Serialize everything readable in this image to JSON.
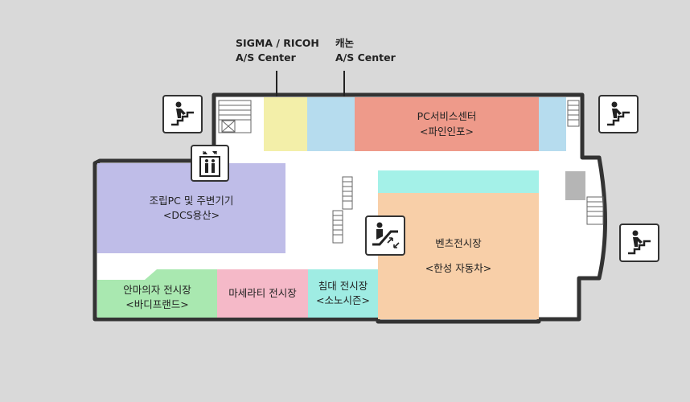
{
  "labels": {
    "sigma_line1": "SIGMA / RICOH",
    "sigma_line2": "A/S Center",
    "canon_line1": "캐논",
    "canon_line2": "A/S Center"
  },
  "rooms": {
    "pc_service": {
      "line1": "PC서비스센터",
      "line2": "<파인인포>"
    },
    "assembly": {
      "line1": "조립PC 및 주변기기",
      "line2": "<DCS용산>"
    },
    "massage": {
      "line1": "안마의자 전시장",
      "line2": "<바디프랜드>"
    },
    "maserati": {
      "line1": "마세라티 전시장"
    },
    "bed": {
      "line1": "침대 전시장",
      "line2": "<소노시즌>"
    },
    "benz": {
      "line1": "벤츠전시장",
      "line2": "<한성 자동차>"
    }
  },
  "colors": {
    "sigma": "#f3efa9",
    "canon": "#b6dcee",
    "pc_service": "#ee9a8a",
    "assembly": "#bfbde8",
    "massage": "#a9e8b0",
    "maserati": "#f5b9c8",
    "bed": "#9fece3",
    "benz": "#f8cfa8",
    "benz_strip": "#a4f1e8"
  },
  "icons": [
    "stairs-person-icon",
    "elevator-icon",
    "escalator-icon"
  ]
}
